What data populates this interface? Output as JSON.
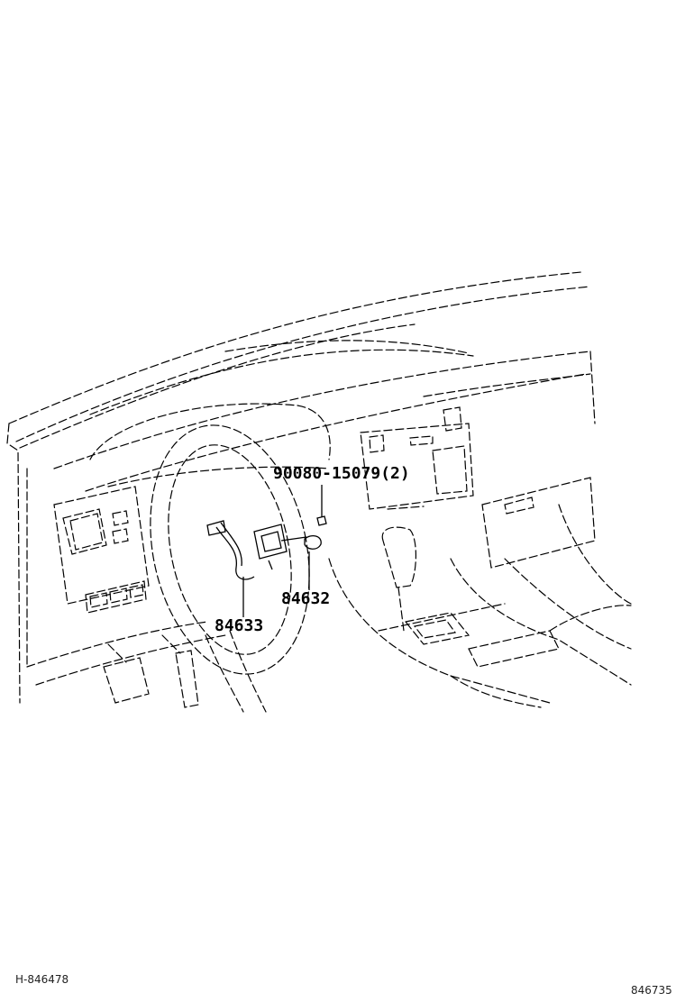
{
  "callouts": {
    "bolt": "90080-15079(2)",
    "part_a": "84632",
    "part_b": "84633"
  },
  "footer": {
    "left_code": "H-846478",
    "right_code": "846735"
  },
  "colors": {
    "line": "#000000",
    "background": "#ffffff"
  }
}
